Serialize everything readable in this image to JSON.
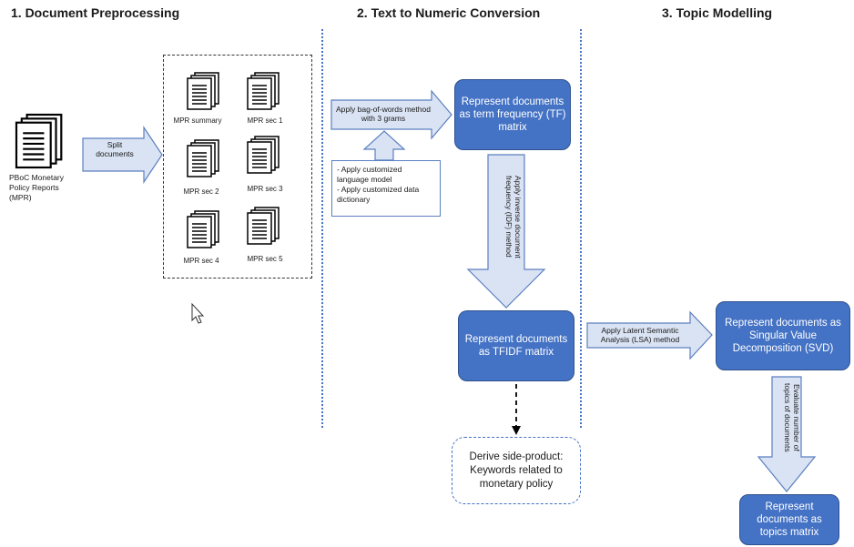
{
  "headings": {
    "step1": "1. Document Preprocessing",
    "step2": "2. Text to Numeric Conversion",
    "step3": "3. Topic Modelling"
  },
  "source": {
    "label": "PBoC Monetary Policy Reports (MPR)"
  },
  "split_label": "Split documents",
  "documents": [
    "MPR summary",
    "MPR sec 1",
    "MPR sec 2",
    "MPR sec 3",
    "MPR sec 4",
    "MPR sec 5"
  ],
  "bow_label": "Apply bag-of-words method with 3 grams",
  "custom_box": {
    "line1": "- Apply customized language model",
    "line2": "- Apply customized data dictionary"
  },
  "tf_box": "Represent documents as term frequency (TF) matrix",
  "idf_label": "Apply inverse document frequency (IDF) method",
  "tfidf_box": "Represent documents as TFIDF matrix",
  "side_product": "Derive side-product: Keywords related to monetary policy",
  "lsa_label": "Apply Latent Semantic Analysis (LSA) method",
  "svd_box": "Represent documents as Singular Value Decomposition (SVD)",
  "evaluate_label": "Evaluate number of topics of documents",
  "topics_box": "Represent documents as topics matrix"
}
